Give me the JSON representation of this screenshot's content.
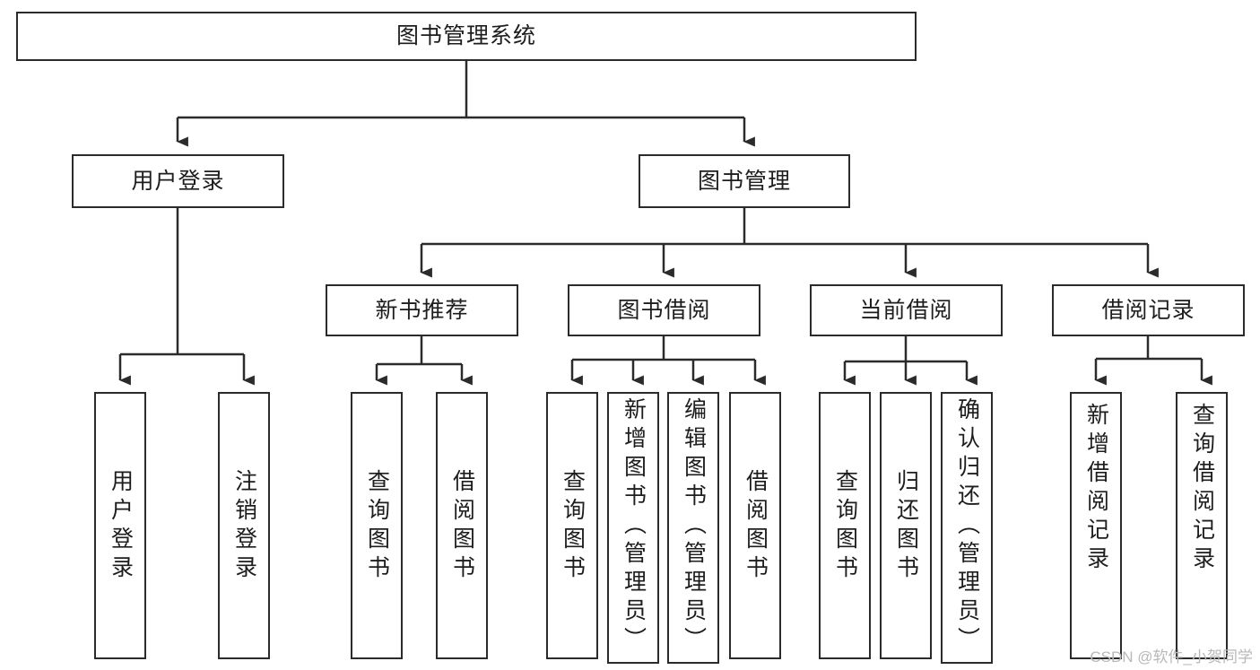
{
  "diagram": {
    "title": "图书管理系统",
    "type": "tree",
    "orientation": "top-down",
    "colors": {
      "box_border": "#2b2b2b",
      "box_fill": "#ffffff",
      "edge": "#2b2b2b",
      "text": "#1d1d1d",
      "watermark": "#b8b8b8",
      "background": "#ffffff"
    }
  },
  "root": {
    "label": "图书管理系统"
  },
  "level1": [
    {
      "label": "用户登录"
    },
    {
      "label": "图书管理"
    }
  ],
  "level2": [
    {
      "label": "新书推荐"
    },
    {
      "label": "图书借阅"
    },
    {
      "label": "当前借阅"
    },
    {
      "label": "借阅记录"
    }
  ],
  "leaves": {
    "user_login": [
      {
        "label": "用户登录"
      },
      {
        "label": "注销登录"
      }
    ],
    "new_book_recommend": [
      {
        "label": "查询图书"
      },
      {
        "label": "借阅图书"
      }
    ],
    "book_borrow": [
      {
        "label": "查询图书"
      },
      {
        "label": "新增图书（管理员）"
      },
      {
        "label": "编辑图书（管理员）"
      },
      {
        "label": "借阅图书"
      }
    ],
    "current_borrow": [
      {
        "label": "查询图书"
      },
      {
        "label": "归还图书"
      },
      {
        "label": "确认归还（管理员）"
      }
    ],
    "borrow_record": [
      {
        "label": "新增借阅记录"
      },
      {
        "label": "查询借阅记录"
      }
    ]
  },
  "watermark": {
    "text": "CSDN @软件_小贺同学"
  }
}
